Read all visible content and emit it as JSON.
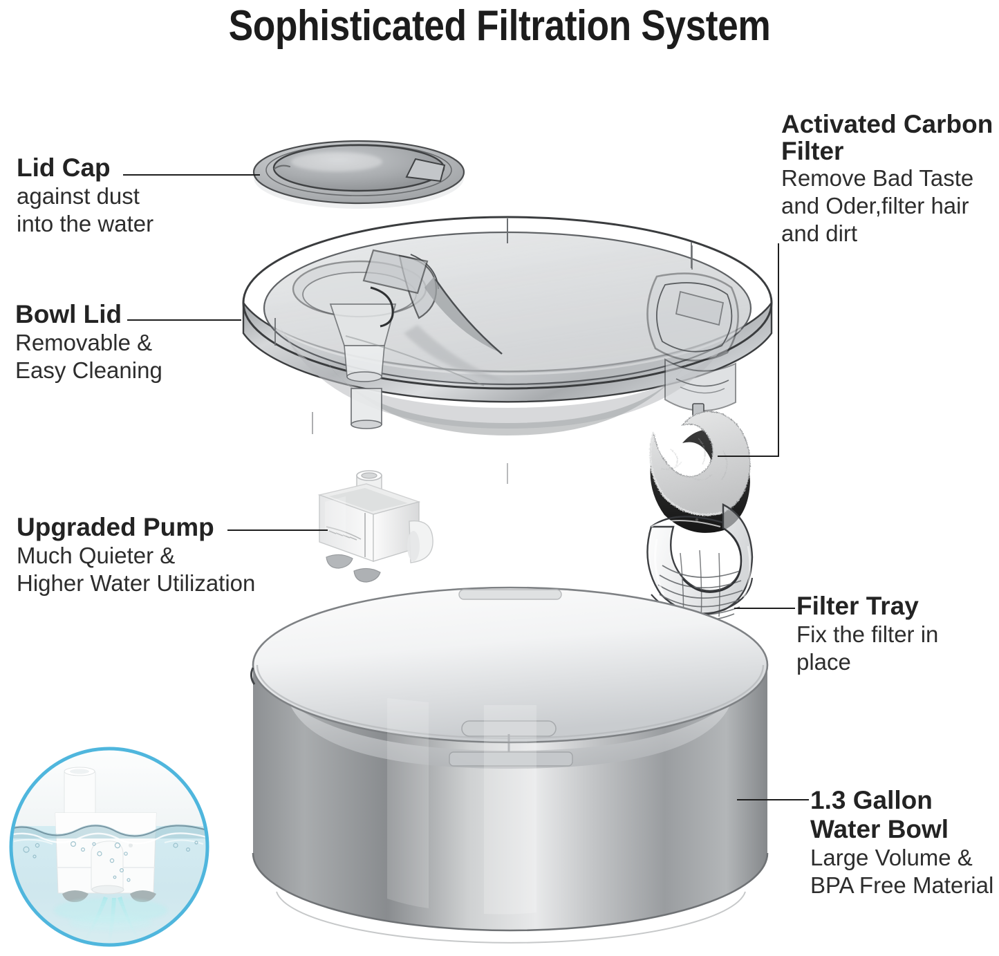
{
  "title": "Sophisticated Filtration System",
  "colors": {
    "text": "#232323",
    "leader_line": "#1d1d1d",
    "inset_ring": "#4fb6dd",
    "water": "#cfe8ee",
    "water_flow": "#8fe0e4",
    "bowl_body": "#9b9ea1",
    "bowl_interior": "#f2f3f4",
    "lid_plastic": "#b9bcbf",
    "carbon_dark": "#2e2e2e",
    "cotton_white": "#d9dadb",
    "pump_white": "#f4f4f4"
  },
  "callouts": [
    {
      "id": "lid-cap",
      "heading": "Lid Cap",
      "subtext": "against dust\ninto the water"
    },
    {
      "id": "bowl-lid",
      "heading": "Bowl Lid",
      "subtext": "Removable &\nEasy Cleaning"
    },
    {
      "id": "upgraded-pump",
      "heading": "Upgraded Pump",
      "subtext": "Much Quieter &\nHigher Water Utilization"
    },
    {
      "id": "activated-carbon-filter",
      "heading": "Activated Carbon Filter",
      "subtext": "Remove Bad Taste\nand Oder,filter hair\nand dirt"
    },
    {
      "id": "filter-tray",
      "heading": "Filter Tray",
      "subtext": "Fix the filter in place"
    },
    {
      "id": "water-bowl",
      "heading": "1.3 Gallon\nWater Bowl",
      "subtext": "Large Volume &\nBPA Free Material"
    }
  ],
  "parts": [
    {
      "name": "lid-cap",
      "icon": "lid-cap-disc"
    },
    {
      "name": "bowl-lid",
      "icon": "bowl-lid-ring"
    },
    {
      "name": "activated-carbon-filter",
      "icon": "crescent-filter-pad"
    },
    {
      "name": "filter-tray",
      "icon": "crescent-tray-basket"
    },
    {
      "name": "upgraded-pump",
      "icon": "pump-box"
    },
    {
      "name": "water-bowl",
      "icon": "cylindrical-bowl"
    }
  ],
  "inset": {
    "name": "pump-submerged-in-water",
    "icon": "pump-underwater-illustration"
  }
}
